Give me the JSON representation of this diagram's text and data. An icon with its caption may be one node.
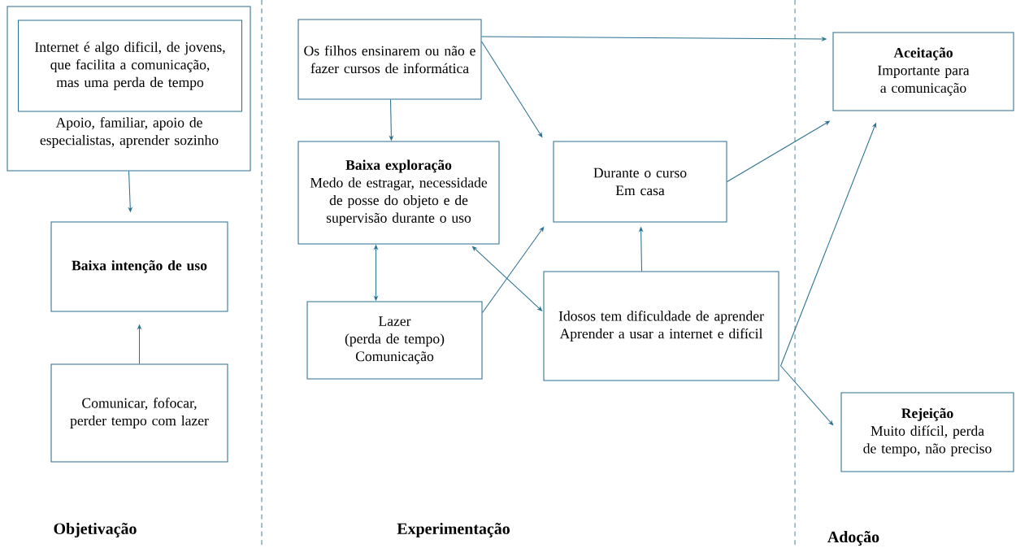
{
  "diagram": {
    "nodes": [
      {
        "text": [
          "Apoio, familiar, apoio de especialistas, aprender sozinho"
        ]
      },
      {
        "text": [
          "Internet é algo dificil, de jovens, que facilita a comunicação, mas uma perda de tempo"
        ],
        "in": 0
      },
      {
        "text": [
          "Baixa intenção de uso"
        ]
      },
      {
        "text": [
          "Comunicar, fofocar, perder tempo com lazer"
        ]
      },
      {
        "text": [
          "Os filhos ensinarem ou não e fazer cursos de informática"
        ]
      },
      {
        "text": [
          "Baixa exploração",
          "Medo de estragar, necessidade de posse do objeto e de supervisão durante o uso"
        ]
      },
      {
        "text": [
          "Durante o curso",
          "Em casa"
        ]
      },
      {
        "text": [
          "Lazer",
          "(perda de tempo)",
          "Comunicação"
        ]
      },
      {
        "text": [
          "Idosos tem dificuldade de aprender",
          "Aprender a usar a internet e difícil"
        ]
      },
      {
        "text": [
          "Aceitação",
          "Importante para a comunicação"
        ]
      },
      {
        "text": [
          "Rejeição",
          "Muito difícil, perda de tempo, não preciso"
        ]
      }
    ],
    "edges": [
      {
        "from": 0,
        "to": 2,
        "arrow": "to"
      },
      {
        "from": 3,
        "to": 2,
        "arrow": "to"
      },
      {
        "from": 4,
        "to": 5,
        "arrow": "to"
      },
      {
        "from": 4,
        "to": 6,
        "arrow": "to"
      },
      {
        "from": 4,
        "to": 9,
        "arrow": "to"
      },
      {
        "from": 5,
        "to": 7,
        "arrow": "both"
      },
      {
        "from": 5,
        "to": 8,
        "arrow": "both"
      },
      {
        "from": 7,
        "to": 6,
        "arrow": "to"
      },
      {
        "from": 8,
        "to": 6,
        "arrow": "to"
      },
      {
        "from": 6,
        "to": 9,
        "arrow": "to"
      },
      {
        "from": 8,
        "to": 9,
        "arrow": "to"
      },
      {
        "from": 8,
        "to": 10,
        "arrow": "to"
      }
    ],
    "labels": [
      "Objetivação",
      "Experimentação",
      "Adoção"
    ]
  }
}
